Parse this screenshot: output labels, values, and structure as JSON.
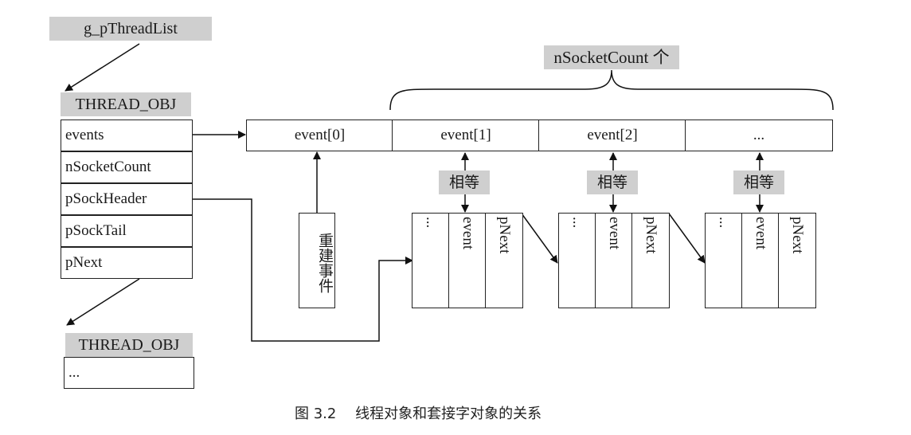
{
  "list_head": "g_pThreadList",
  "thread_obj": {
    "title": "THREAD_OBJ",
    "fields": [
      "events",
      "nSocketCount",
      "pSockHeader",
      "pSockTail",
      "pNext"
    ]
  },
  "next_thread_obj": {
    "title": "THREAD_OBJ",
    "fields": [
      "..."
    ]
  },
  "count_label": "nSocketCount 个",
  "event_array": [
    "event[0]",
    "event[1]",
    "event[2]",
    "..."
  ],
  "equal_label": "相等",
  "rebuild_label": "重建事件",
  "socket_node_fields": [
    "...",
    "event",
    "pNext"
  ],
  "caption": {
    "number": "图 3.2",
    "text": "线程对象和套接字对象的关系"
  }
}
